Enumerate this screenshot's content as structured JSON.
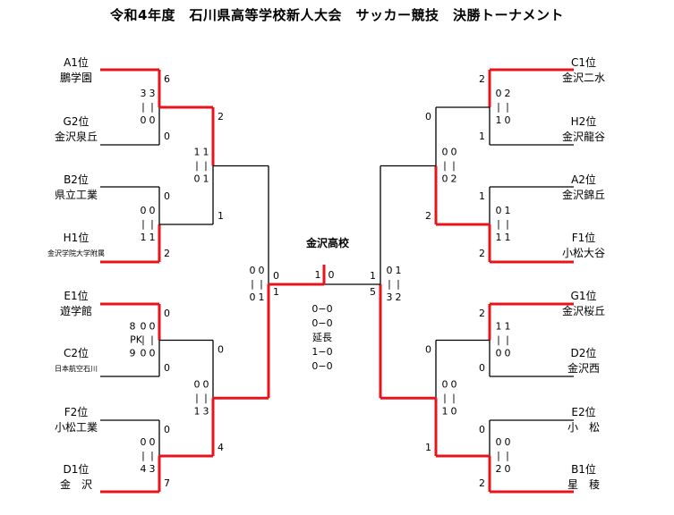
{
  "title": "令和4年度　石川県高等学校新人大会　サッカー競技　決勝トーナメント",
  "champion": "金沢高校",
  "teams": {
    "left": [
      {
        "seed": "A1位",
        "name": "鵬学園"
      },
      {
        "seed": "G2位",
        "name": "金沢泉丘"
      },
      {
        "seed": "B2位",
        "name": "県立工業"
      },
      {
        "seed": "H1位",
        "name": "金沢学院大学附属"
      },
      {
        "seed": "E1位",
        "name": "遊学館"
      },
      {
        "seed": "C2位",
        "name": "日本航空石川"
      },
      {
        "seed": "F2位",
        "name": "小松工業"
      },
      {
        "seed": "D1位",
        "name": "金　沢"
      }
    ],
    "right": [
      {
        "seed": "C1位",
        "name": "金沢二水"
      },
      {
        "seed": "H2位",
        "name": "金沢龍谷"
      },
      {
        "seed": "A2位",
        "name": "金沢錦丘"
      },
      {
        "seed": "F1位",
        "name": "小松大谷"
      },
      {
        "seed": "G1位",
        "name": "金沢桜丘"
      },
      {
        "seed": "D2位",
        "name": "金沢西"
      },
      {
        "seed": "E2位",
        "name": "小　松"
      },
      {
        "seed": "B1位",
        "name": "星　稜"
      }
    ]
  },
  "final": {
    "top": "1",
    "top_right": "0",
    "halves": [
      "0−0",
      "0−0"
    ],
    "extra_label": "延長",
    "extra_halves": [
      "1−0",
      "0−0"
    ]
  },
  "matches": {
    "L_R1_1": {
      "totals": [
        "6",
        "0"
      ],
      "halves": [
        [
          "3",
          "3"
        ],
        [
          "0",
          "0"
        ]
      ]
    },
    "L_R1_2": {
      "totals": [
        "0",
        "2"
      ],
      "halves": [
        [
          "0",
          "0"
        ],
        [
          "1",
          "1"
        ]
      ]
    },
    "L_R1_3": {
      "totals": [
        "0",
        "0"
      ],
      "halves": [
        [
          "8",
          "0",
          "0"
        ],
        [
          "9",
          "0",
          "0"
        ]
      ],
      "pk_label": "PK"
    },
    "L_R1_4": {
      "totals": [
        "0",
        "7"
      ],
      "halves": [
        [
          "0",
          "0"
        ],
        [
          "4",
          "3"
        ]
      ]
    },
    "L_R2_1": {
      "totals": [
        "2",
        "1"
      ],
      "halves": [
        [
          "1",
          "1"
        ],
        [
          "0",
          "1"
        ]
      ]
    },
    "L_R2_2": {
      "totals": [
        "0",
        "4"
      ],
      "halves": [
        [
          "0",
          "0"
        ],
        [
          "1",
          "3"
        ]
      ]
    },
    "L_SF": {
      "totals": [
        "0",
        "1"
      ],
      "halves": [
        [
          "0",
          "0"
        ],
        [
          "0",
          "1"
        ]
      ]
    },
    "R_R1_1": {
      "totals": [
        "2",
        "1"
      ],
      "halves": [
        [
          "0",
          "2"
        ],
        [
          "1",
          "0"
        ]
      ]
    },
    "R_R1_2": {
      "totals": [
        "1",
        "2"
      ],
      "halves": [
        [
          "0",
          "1"
        ],
        [
          "1",
          "1"
        ]
      ]
    },
    "R_R1_3": {
      "totals": [
        "2",
        "0"
      ],
      "halves": [
        [
          "1",
          "1"
        ],
        [
          "0",
          "0"
        ]
      ]
    },
    "R_R1_4": {
      "totals": [
        "0",
        "2"
      ],
      "halves": [
        [
          "0",
          "0"
        ],
        [
          "2",
          "0"
        ]
      ]
    },
    "R_R2_1": {
      "totals": [
        "0",
        "2"
      ],
      "halves": [
        [
          "0",
          "0"
        ],
        [
          "0",
          "2"
        ]
      ]
    },
    "R_R2_2": {
      "totals": [
        "0",
        "1"
      ],
      "halves": [
        [
          "0",
          "0"
        ],
        [
          "1",
          "0"
        ]
      ]
    },
    "R_SF": {
      "totals": [
        "1",
        "5"
      ],
      "halves": [
        [
          "0",
          "1"
        ],
        [
          "3",
          "2"
        ]
      ]
    }
  },
  "colors": {
    "win_line": "#e8141b",
    "line": "#000000"
  }
}
